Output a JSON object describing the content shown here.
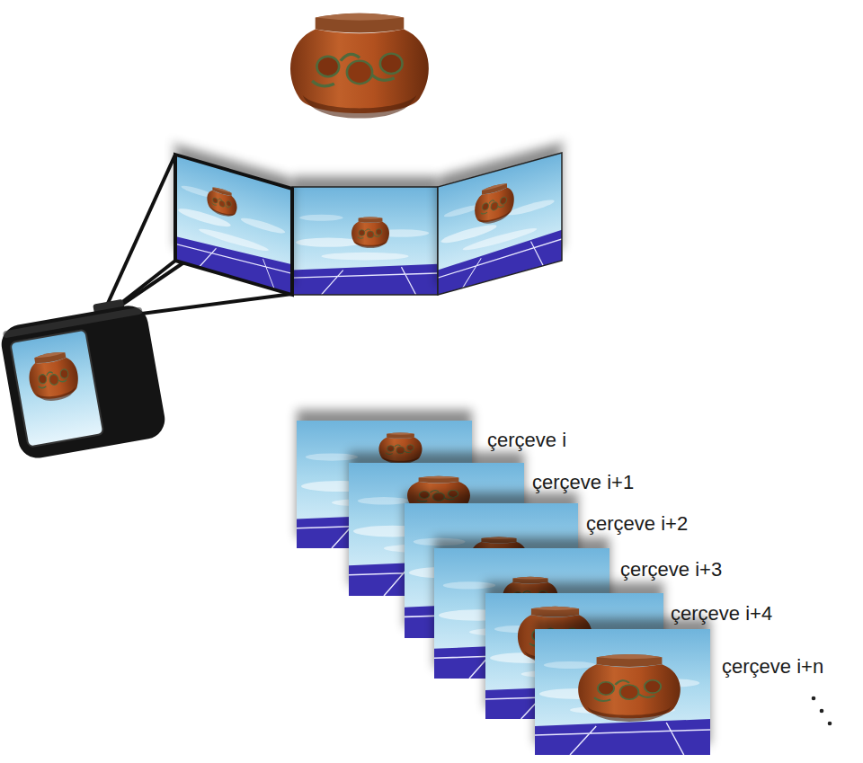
{
  "diagram": {
    "labels": [
      "çerçeve i",
      "çerçeve i+1",
      "çerçeve i+2",
      "çerçeve i+3",
      "çerçeve i+4",
      "çerçeve i+n"
    ]
  }
}
